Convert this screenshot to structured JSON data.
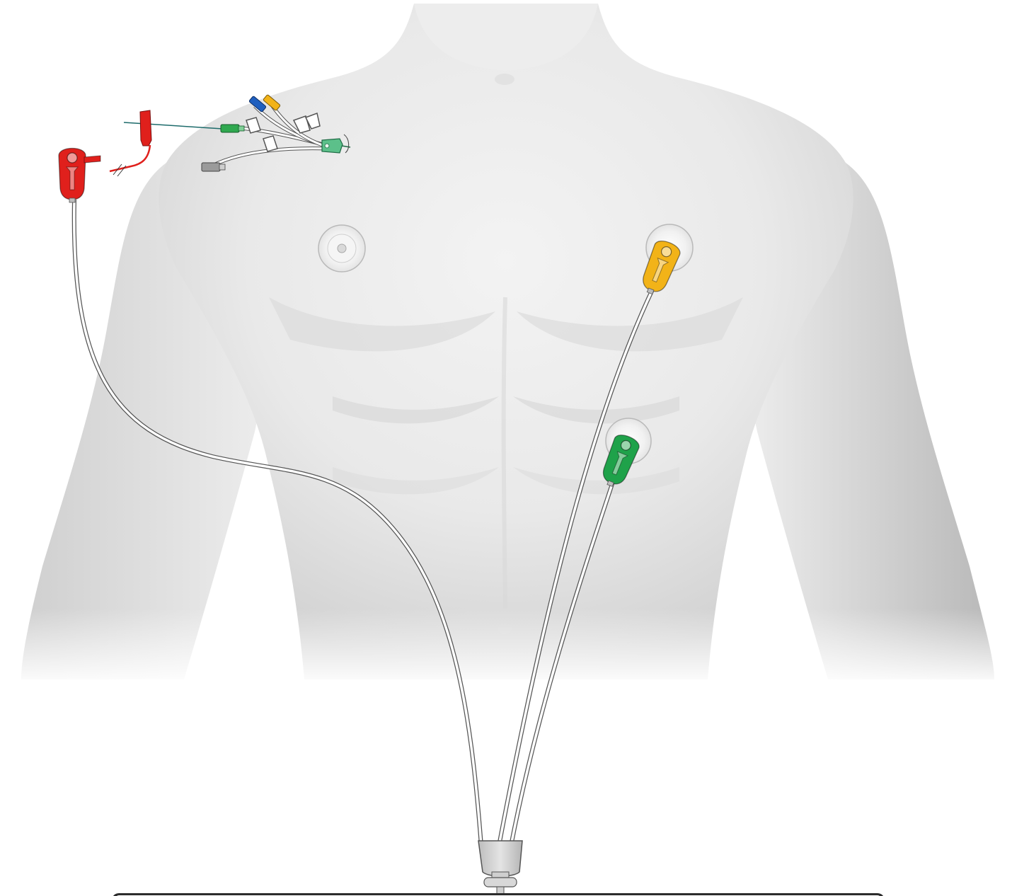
{
  "scene": {
    "subject": "torso-figure",
    "background_color": "#ffffff",
    "skin_color": "#eeeeee",
    "skin_shadow_color": "#c4c4c4"
  },
  "electrodes": [
    {
      "name": "right-chest-electrode-pad",
      "clip_color": null
    },
    {
      "name": "left-chest-electrode-pad",
      "clip_color": "#f2b318"
    },
    {
      "name": "left-abdomen-electrode-pad",
      "clip_color": "#1fa24a"
    }
  ],
  "lead_clips": [
    {
      "name": "red-lead-clip",
      "color": "#e0201c"
    },
    {
      "name": "yellow-lead-clip",
      "color": "#f2b318"
    },
    {
      "name": "green-lead-clip",
      "color": "#1fa24a"
    }
  ],
  "catheter": {
    "hub_color": "#5cc08a",
    "port_colors": [
      "#f2b318",
      "#1f5fbf",
      "#2fa84f",
      "#9a9a9a"
    ],
    "guidewire_color": "#1d6b6b",
    "adapter_color": "#e0201c"
  },
  "cable": {
    "wire_color": "#ffffff",
    "outline_color": "#555555",
    "connector_color": "#cfcfcf",
    "bar_color": "#2b2b2b"
  }
}
